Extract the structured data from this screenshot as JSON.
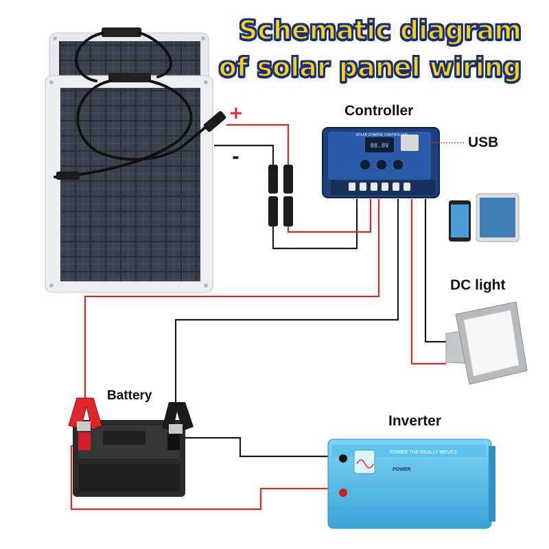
{
  "title": {
    "line1": "Schematic diagram",
    "line2": "of solar panel wiring"
  },
  "labels": {
    "controller": "Controller",
    "usb": "USB",
    "dc_light": "DC light",
    "battery": "Battery",
    "inverter": "Inverter",
    "plus": "+",
    "minus": "-"
  },
  "controller_panel": {
    "heading": "SOLAR CHARGE CONTROLLER",
    "display": "88.8V"
  },
  "inverter_panel": {
    "brand_line": "POWER THE REALLY MOVES",
    "power_label": "POWER"
  },
  "colors": {
    "positive_wire": "#e0262b",
    "negative_wire": "#1a1a1a",
    "title_fill": "#f4d31a",
    "title_outline": "#1b2e7a",
    "controller_body": "#1e3f7a",
    "inverter_body": "#4cb8e6",
    "battery_body": "#2a2a2a"
  }
}
